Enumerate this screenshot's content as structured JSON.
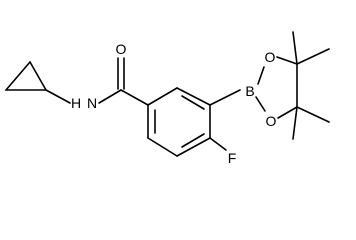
{
  "molecule": {
    "atoms": {
      "amide_oxygen": "O",
      "amide_nitrogen_h": "H",
      "amide_nitrogen": "N",
      "boron": "B",
      "ring_oxygen_top": "O",
      "ring_oxygen_bottom": "O",
      "fluorine": "F"
    }
  }
}
